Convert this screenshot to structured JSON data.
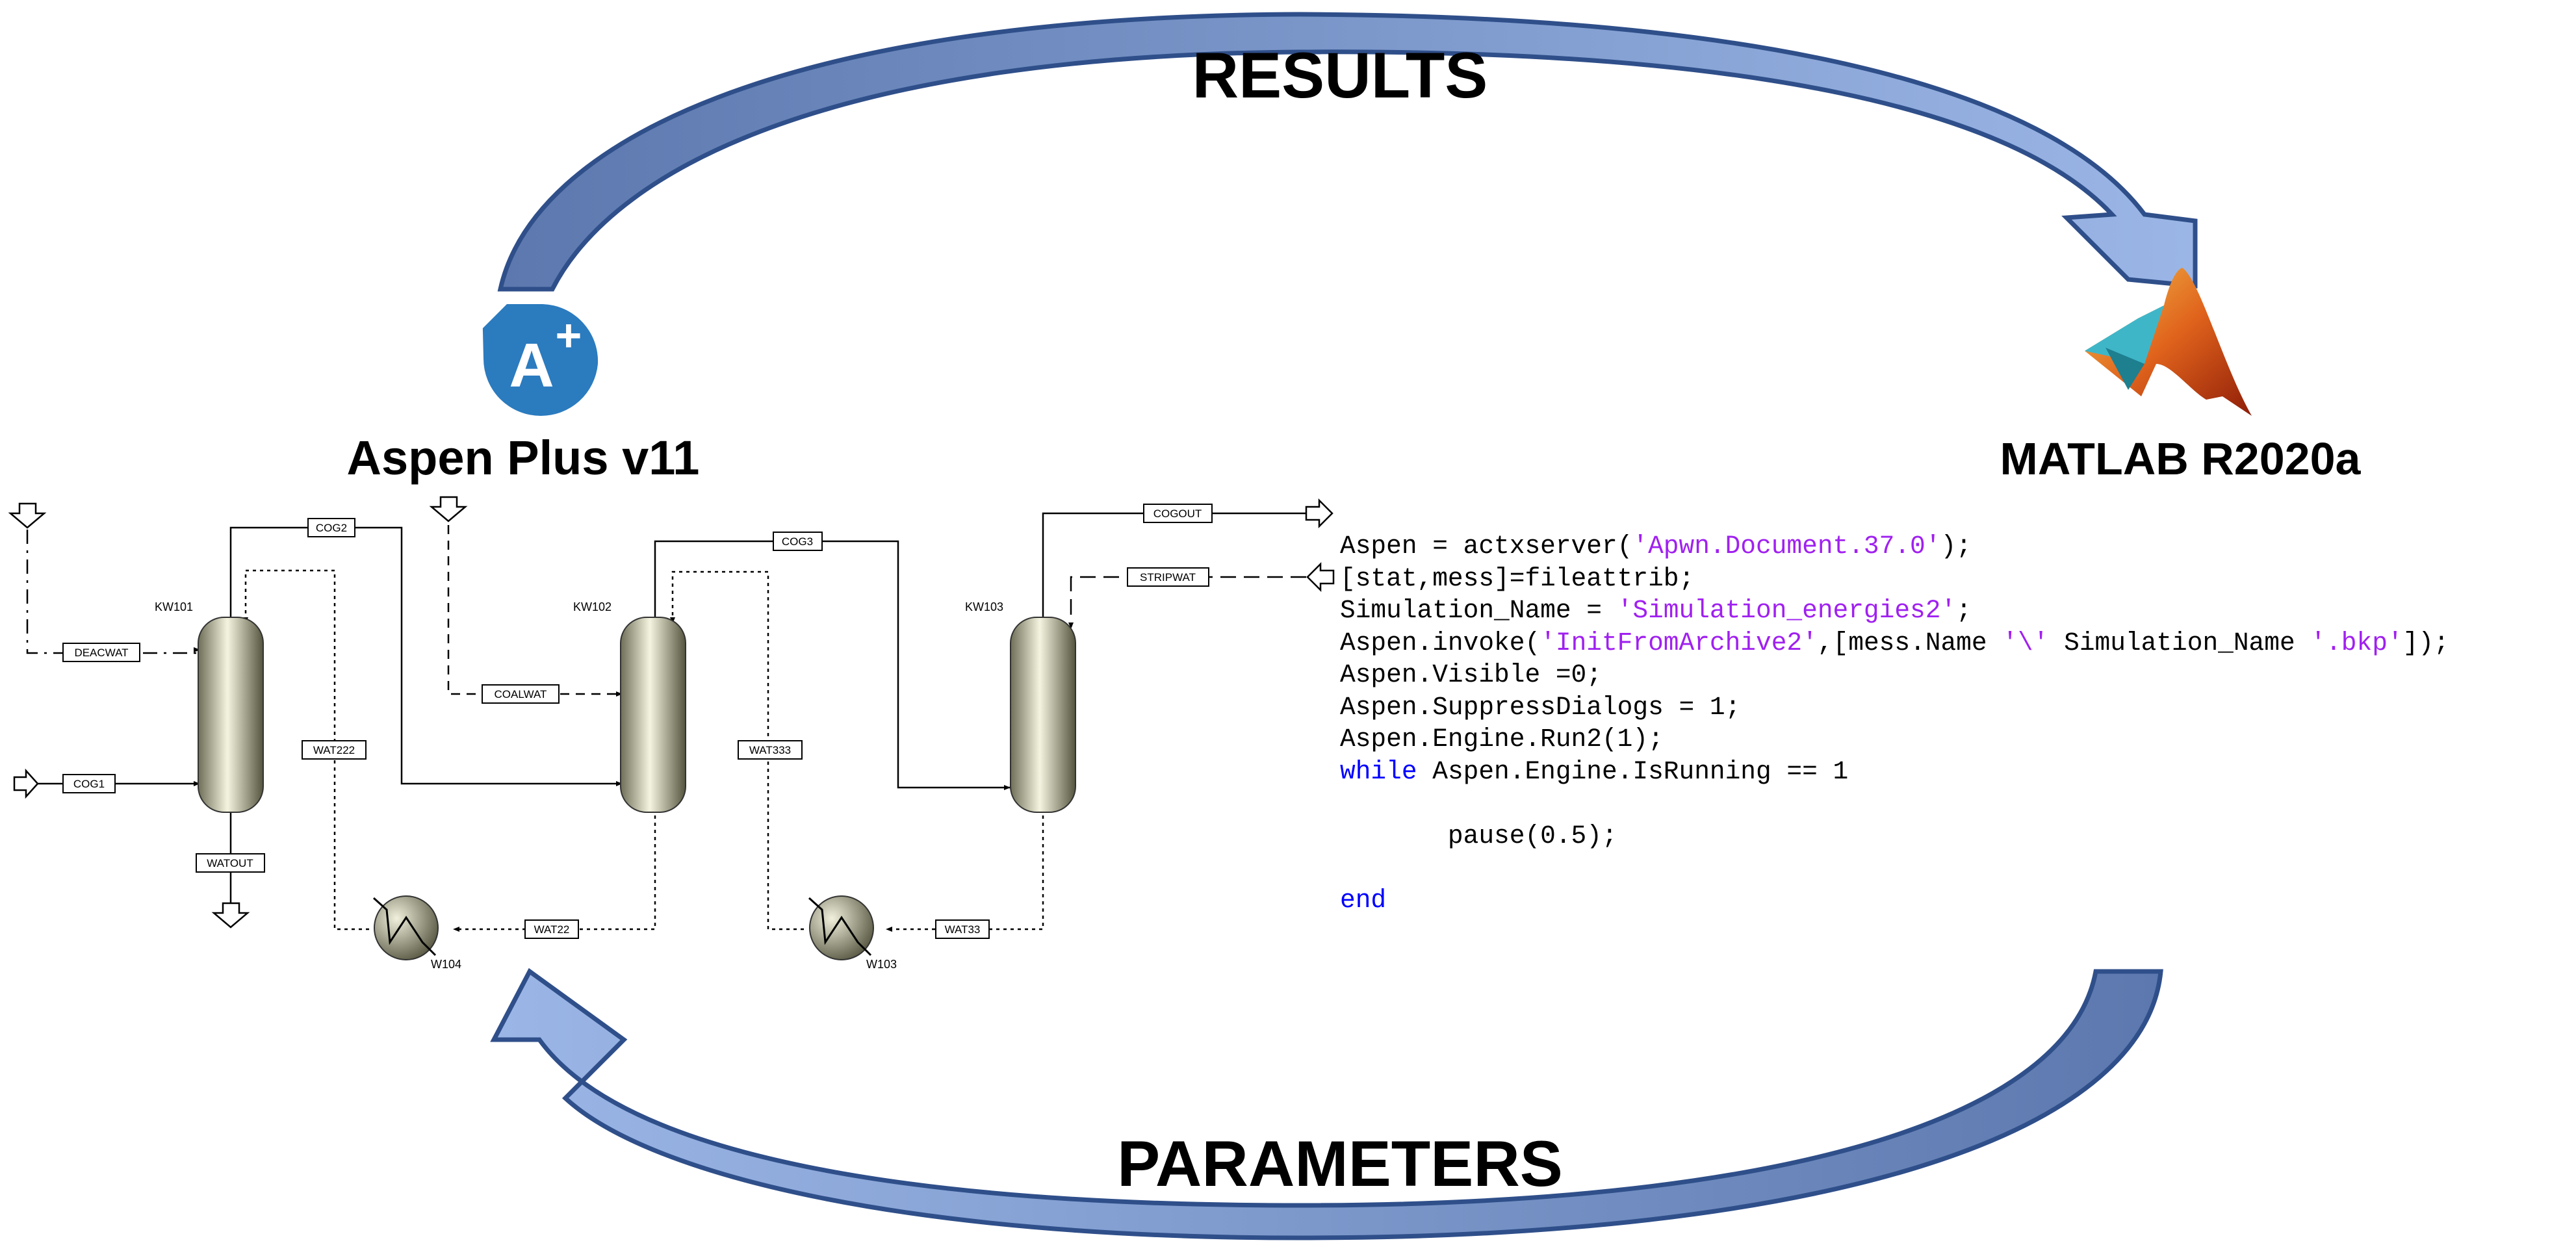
{
  "labels": {
    "results": "RESULTS",
    "parameters": "PARAMETERS",
    "aspen": "Aspen Plus v11",
    "matlab": "MATLAB R2020a"
  },
  "colors": {
    "arrow_fill": "#6f8fc9",
    "arrow_stroke": "#2f4f8a",
    "aspen_logo": "#2b7bbf",
    "code_string": "#a020f0",
    "code_keyword": "#0000ff"
  },
  "icons": {
    "aspen_logo": "aspen-plus-logo-icon",
    "matlab_logo": "matlab-membrane-logo-icon",
    "heat_exchanger": "heat-exchanger-icon",
    "column": "distillation-column-icon"
  },
  "flowsheet": {
    "columns": [
      "KW101",
      "KW102",
      "KW103"
    ],
    "heaters": [
      "W104",
      "W103"
    ],
    "streams": {
      "deacwat": "DEACWAT",
      "cog1": "COG1",
      "cog2": "COG2",
      "watout": "WATOUT",
      "wat222": "WAT222",
      "coalwat": "COALWAT",
      "cog3": "COG3",
      "wat22": "WAT22",
      "wat333": "WAT333",
      "cogout": "COGOUT",
      "stripwat": "STRIPWAT",
      "wat33": "WAT33"
    }
  },
  "code": {
    "l1a": "Aspen = actxserver(",
    "l1b": "'Apwn.Document.37.0'",
    "l1c": ");",
    "l2": "[stat,mess]=fileattrib;",
    "l3a": "Simulation_Name = ",
    "l3b": "'Simulation_energies2'",
    "l3c": ";",
    "l4a": "Aspen.invoke(",
    "l4b": "'InitFromArchive2'",
    "l4c": ",[mess.Name ",
    "l4d": "'\\'",
    "l4e": " Simulation_Name ",
    "l4f": "'.bkp'",
    "l4g": "]);",
    "l5": "Aspen.Visible =0;",
    "l6": "Aspen.SuppressDialogs = 1;",
    "l7": "Aspen.Engine.Run2(1);",
    "l8a": "while",
    "l8b": " Aspen.Engine.IsRunning == 1",
    "l9": "       pause(0.5);",
    "l10": "end"
  }
}
